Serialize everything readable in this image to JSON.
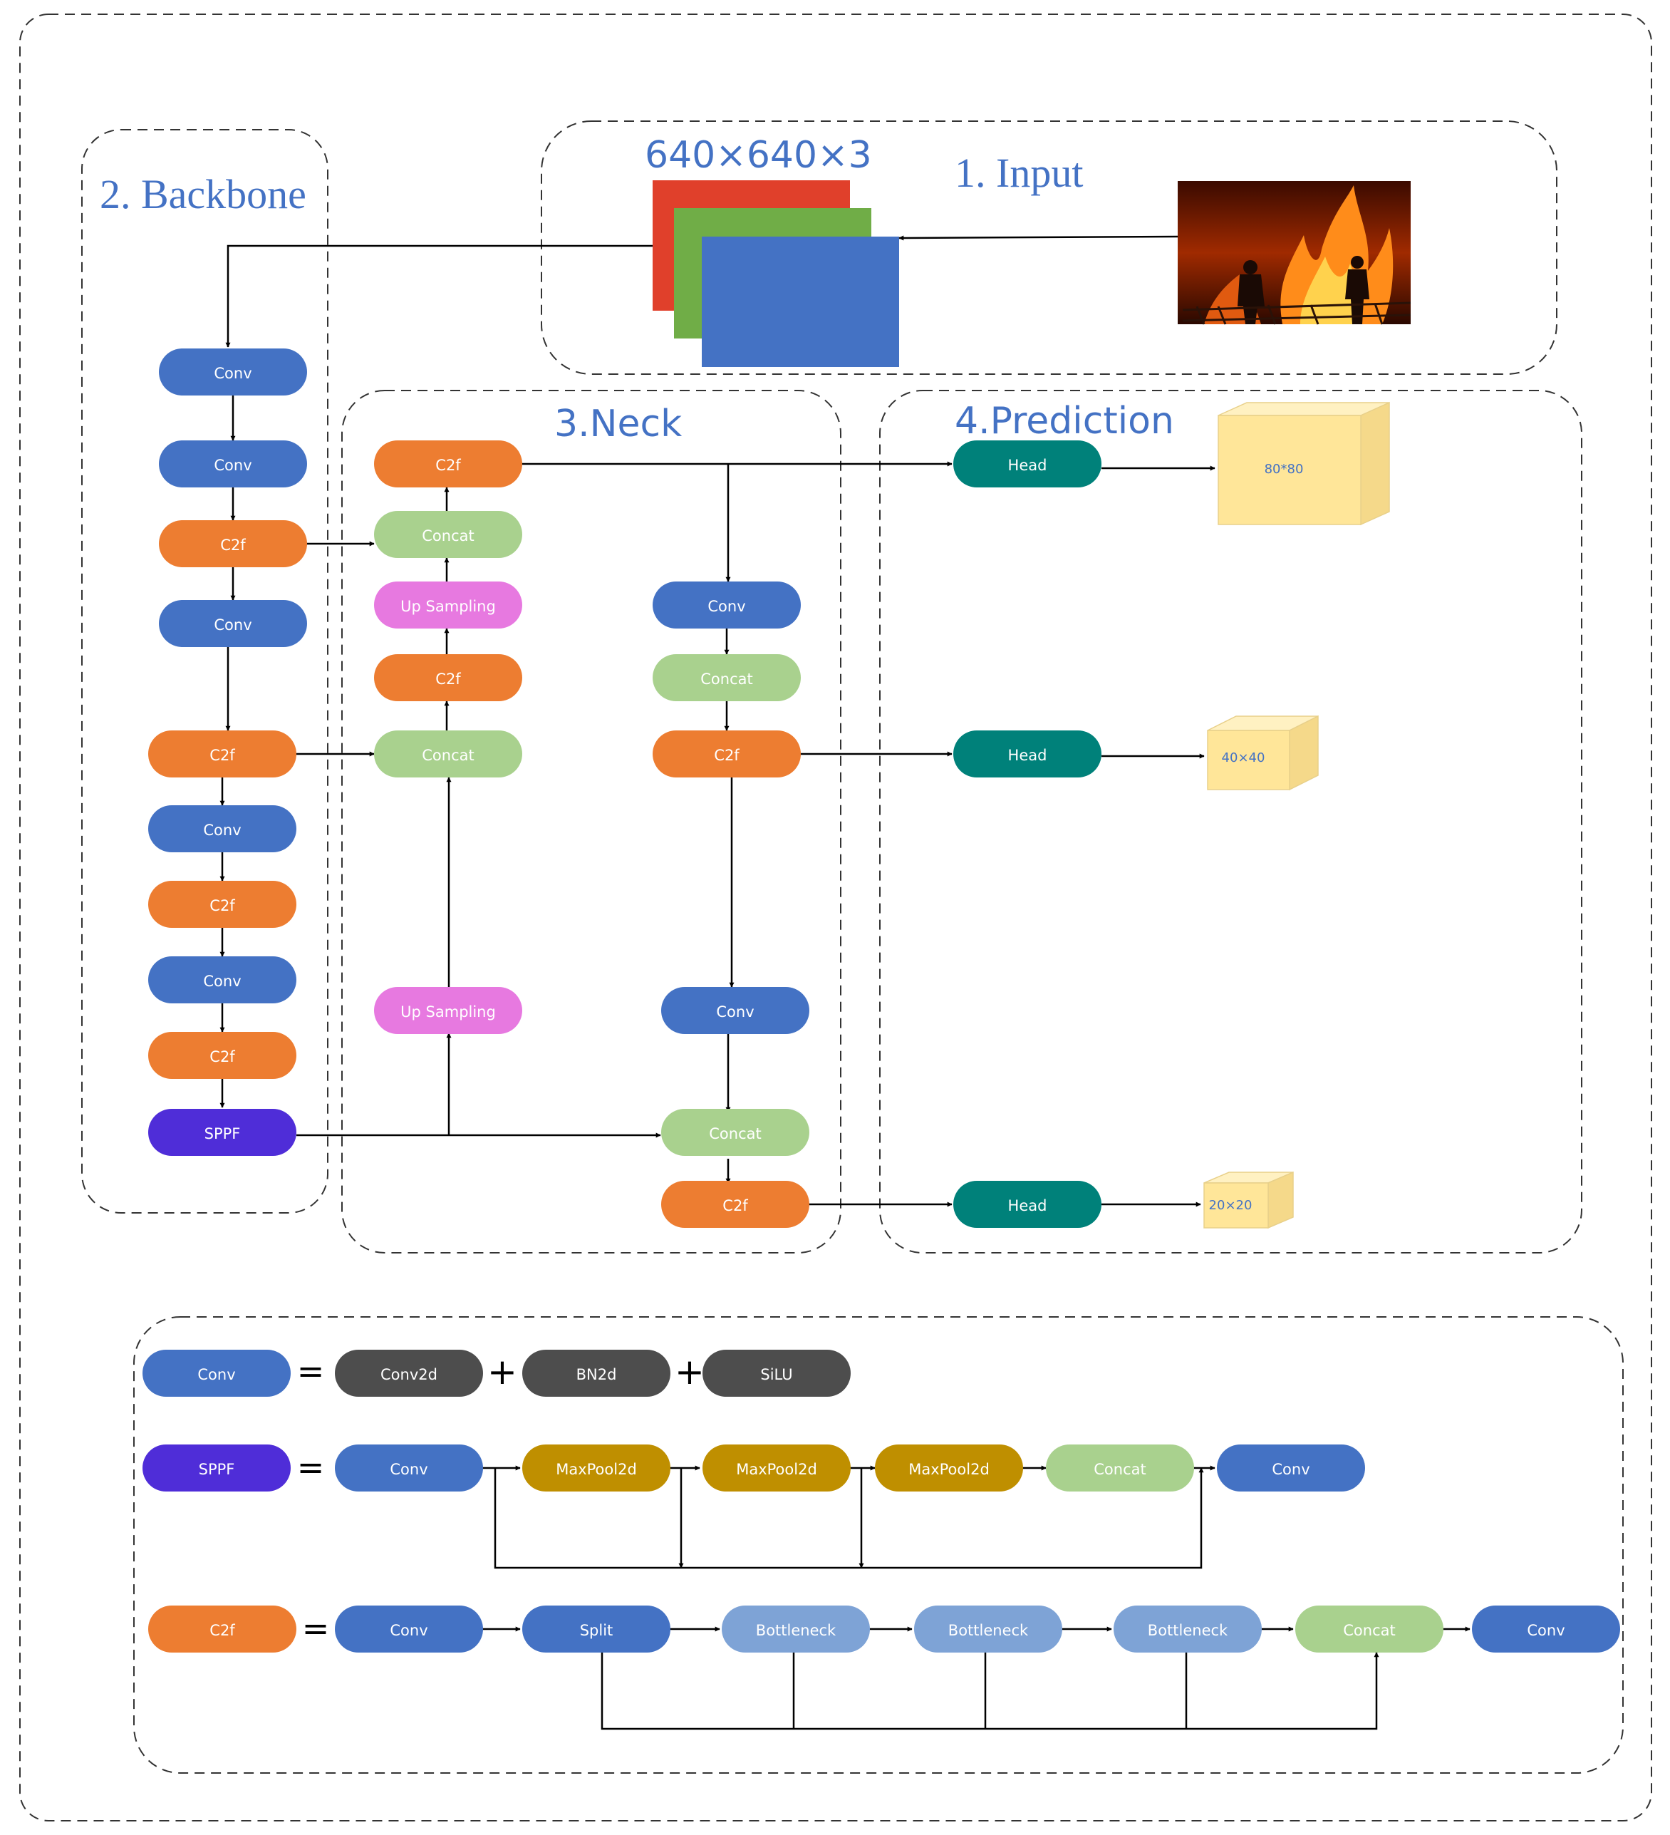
{
  "sections": {
    "backbone": "2. Backbone",
    "input": "1. Input",
    "input_size": "640×640×3",
    "neck": "3.Neck",
    "prediction": "4.Prediction"
  },
  "nodes": {
    "conv": "Conv",
    "c2f": "C2f",
    "sppf": "SPPF",
    "concat": "Concat",
    "upsampling": "Up Sampling",
    "head": "Head",
    "conv2d": "Conv2d",
    "bn2d": "BN2d",
    "silu": "SiLU",
    "maxpool2d": "MaxPool2d",
    "split": "Split",
    "bottleneck": "Bottleneck"
  },
  "outputs": {
    "large": "80*80",
    "medium": "40×40",
    "small": "20×20"
  },
  "symbols": {
    "equals": "=",
    "plus": "+"
  },
  "colors": {
    "conv": "#4472c4",
    "c2f": "#ed7d31",
    "sppf": "#4f2dd8",
    "concat": "#a9d18e",
    "upsampling": "#e779e0",
    "head": "#00817a",
    "dark": "#4d4d4d",
    "maxpool": "#bf8f00",
    "bottleneck": "#7ea3d6",
    "section_text": "#4472c4",
    "output_cube": "#ffe699"
  }
}
